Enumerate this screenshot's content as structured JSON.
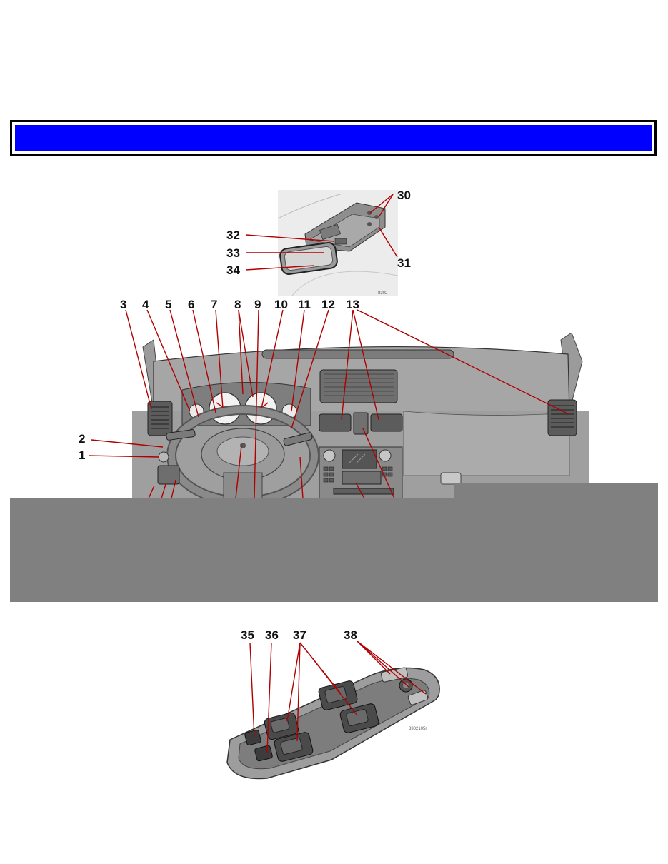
{
  "callouts": {
    "top": [
      "30",
      "31",
      "32",
      "33",
      "34"
    ],
    "dash": [
      "1",
      "2",
      "3",
      "4",
      "5",
      "6",
      "7",
      "8",
      "9",
      "10",
      "11",
      "12",
      "13"
    ],
    "door": [
      "35",
      "36",
      "37",
      "38"
    ]
  },
  "figure_codes": {
    "door": "8302105r"
  },
  "colors": {
    "title_bar": "#0000ff",
    "callout_line": "#cc0000",
    "overlay": "#808080"
  }
}
